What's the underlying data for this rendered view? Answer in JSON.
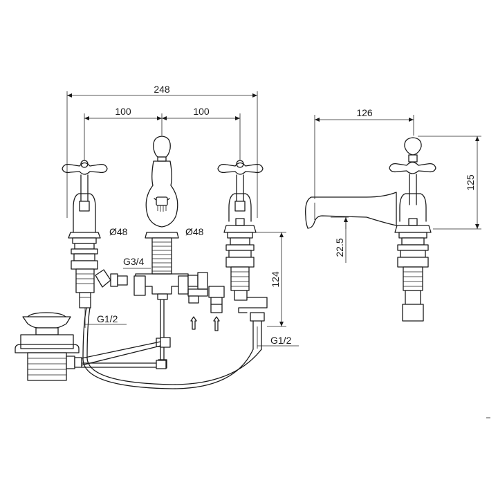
{
  "dimensions": {
    "overall_width": "248",
    "left_spacing": "100",
    "right_spacing": "100",
    "spout_reach": "126",
    "spout_height": "125",
    "spout_clearance": "22.5",
    "body_height": "124",
    "handle_diameter_left": "Ø48",
    "handle_diameter_center": "Ø48",
    "spout_connection": "G3/4",
    "hot_connection": "G1/2",
    "cold_connection": "G1/2"
  }
}
